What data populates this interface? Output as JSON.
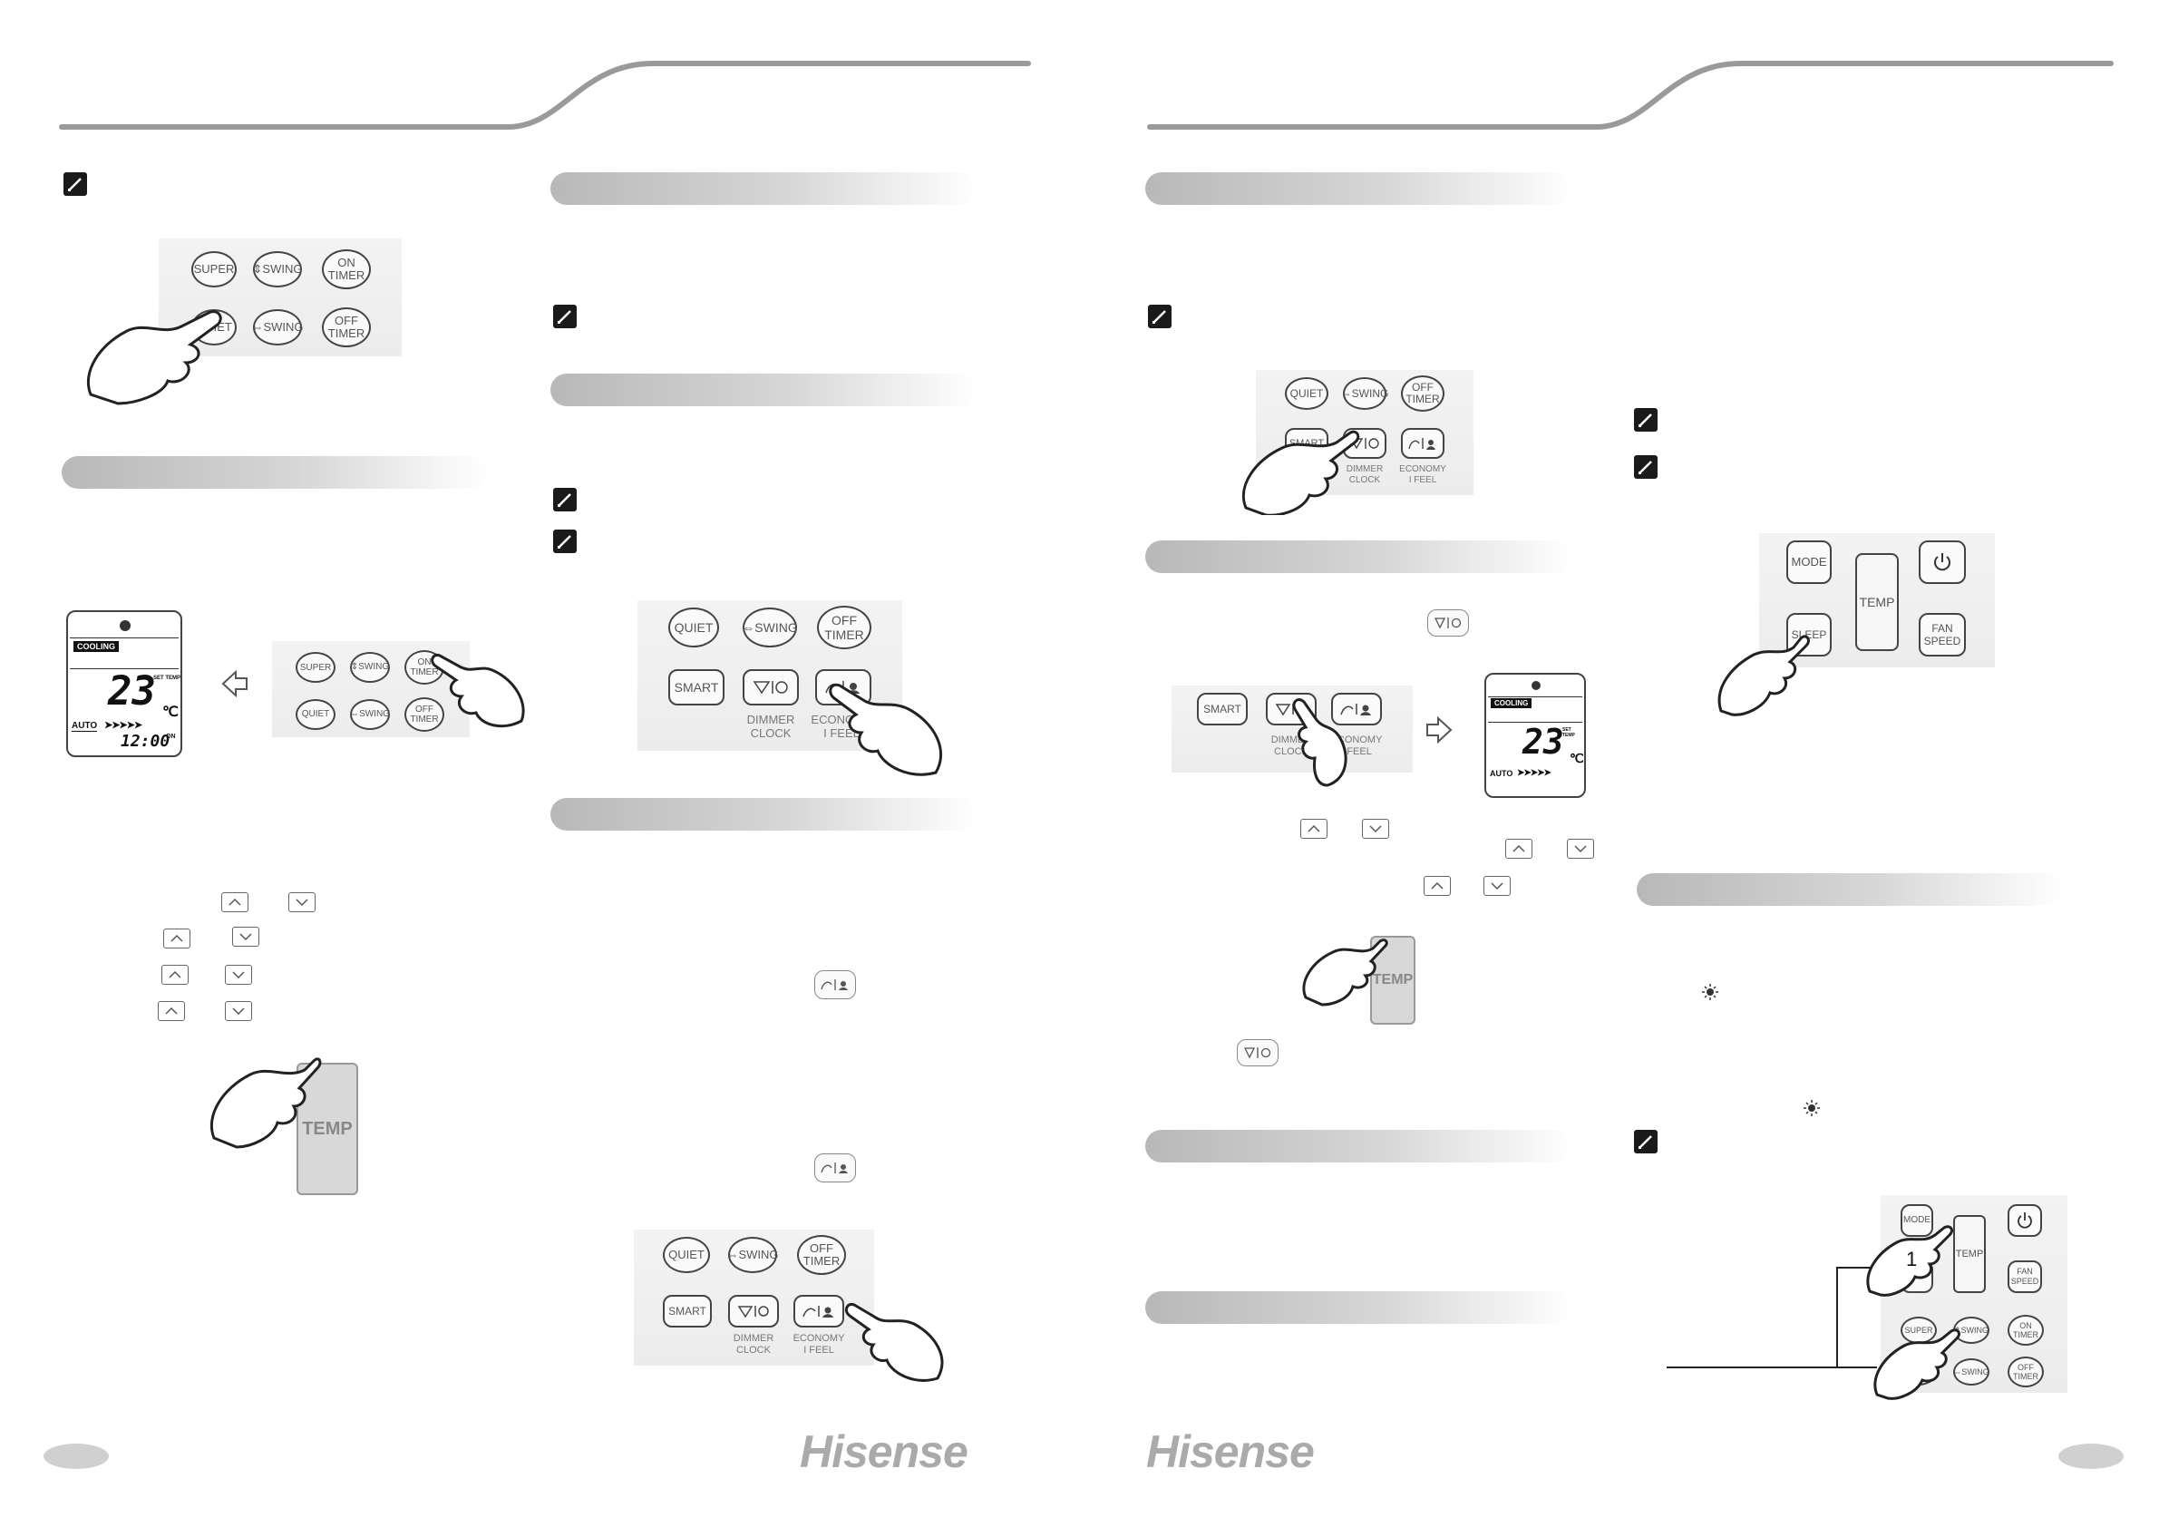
{
  "brand": {
    "logo_text": "Hisense"
  },
  "buttons": {
    "super": "SUPER",
    "swing_v": "⇕SWING",
    "swing_h": "⇔SWING",
    "on_timer": "ON\nTIMER",
    "off_timer": "OFF\nTIMER",
    "quiet": "QUIET",
    "smart": "SMART",
    "dimmer_clock": "DIMMER\nCLOCK",
    "economy_ifeel": "ECONOMY\nI FEEL",
    "mode": "MODE",
    "sleep": "SLEEP",
    "fan_speed": "FAN\nSPEED",
    "temp": "TEMP"
  },
  "display": {
    "mode": "COOLING",
    "temp": "23",
    "unit": "℃",
    "set_temp": "SET TEMP",
    "fan": "AUTO",
    "timer": "12:00",
    "timer_tag": "ON"
  },
  "callout": "1"
}
